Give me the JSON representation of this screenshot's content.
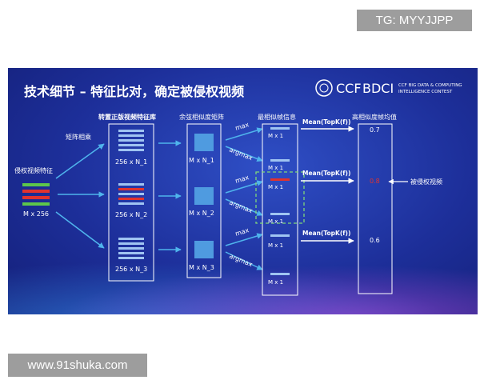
{
  "watermarks": {
    "top_right": "TG: MYYJJPP",
    "bottom_left": "www.91shuka.com"
  },
  "slide": {
    "title": "技术细节 – 特征比对，确定被侵权视频",
    "logo_ccf": "CCF",
    "logo_bdci": "BDCI",
    "contest_line1": "CCF BIG DATA & COMPUTING",
    "contest_line2": "INTELLIGENCE CONTEST"
  },
  "diagram": {
    "query": {
      "label": "侵权视频特征",
      "dim": "M x 256"
    },
    "matmul_label": "矩阵相乘",
    "library": {
      "title": "转置正版视频特征库",
      "items": [
        "256 x N_1",
        "256 x N_2",
        "256 x N_3"
      ]
    },
    "cosine": {
      "title": "余弦相似度矩阵",
      "items": [
        "M x N_1",
        "M x N_2",
        "M x N_3"
      ]
    },
    "ops": {
      "max": "max",
      "argmax": "argmax"
    },
    "frames": {
      "title": "最相似帧信息",
      "items": [
        "M x 1",
        "M x 1",
        "M x 1",
        "M x 1",
        "M x 1",
        "M x 1"
      ]
    },
    "mean_label": "Mean(TopK(f))",
    "avg": {
      "title": "高相似度帧均值",
      "values": [
        "0.7",
        "0.8",
        "0.6"
      ],
      "highlight_color": "#e0332f"
    },
    "result_label": "被侵权视频",
    "colors": {
      "query_green": "#5ec64a",
      "query_red": "#e0332f",
      "bar": "#9fc4f2",
      "square": "#4f9be0",
      "dashed": "#7fd67a"
    }
  }
}
